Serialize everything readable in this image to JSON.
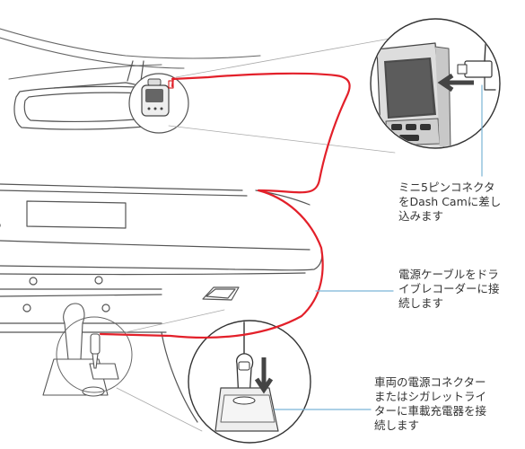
{
  "callouts": {
    "mini5": {
      "lines": [
        "ミニ5ピンコネクタ",
        "をDash Camに差し",
        "込みます"
      ]
    },
    "cable": {
      "lines": [
        "電源ケーブルをドラ",
        "イブレコーダーに接",
        "続します"
      ]
    },
    "charger": {
      "lines": [
        "車両の電源コネクター",
        "またはシガレットライ",
        "ターに車載充電器を接",
        "続します"
      ]
    }
  },
  "colors": {
    "cable": "#e3202a",
    "outline": "#555555",
    "leader": "#7ab3d6",
    "arrow": "#444444"
  },
  "icons": {
    "insert_arrow": "arrow-left-icon",
    "plug_arrow": "arrow-down-icon"
  }
}
